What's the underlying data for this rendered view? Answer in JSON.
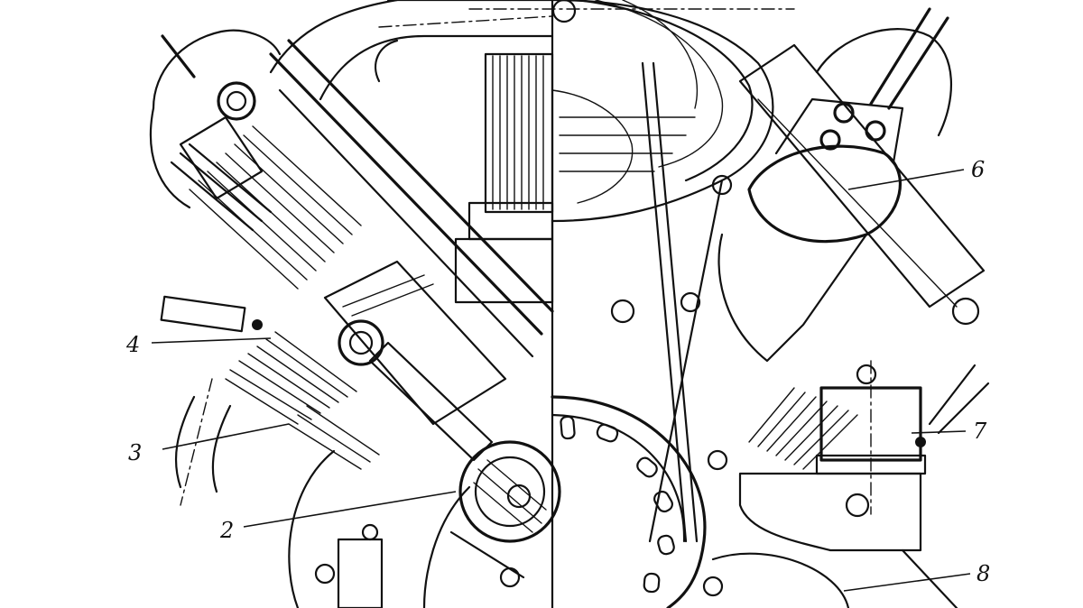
{
  "diagram": {
    "callouts": [
      {
        "id": "part-2",
        "label": "2"
      },
      {
        "id": "part-3",
        "label": "3"
      },
      {
        "id": "part-4",
        "label": "4"
      },
      {
        "id": "part-6",
        "label": "6"
      },
      {
        "id": "part-7",
        "label": "7"
      },
      {
        "id": "part-8",
        "label": "8"
      }
    ]
  }
}
